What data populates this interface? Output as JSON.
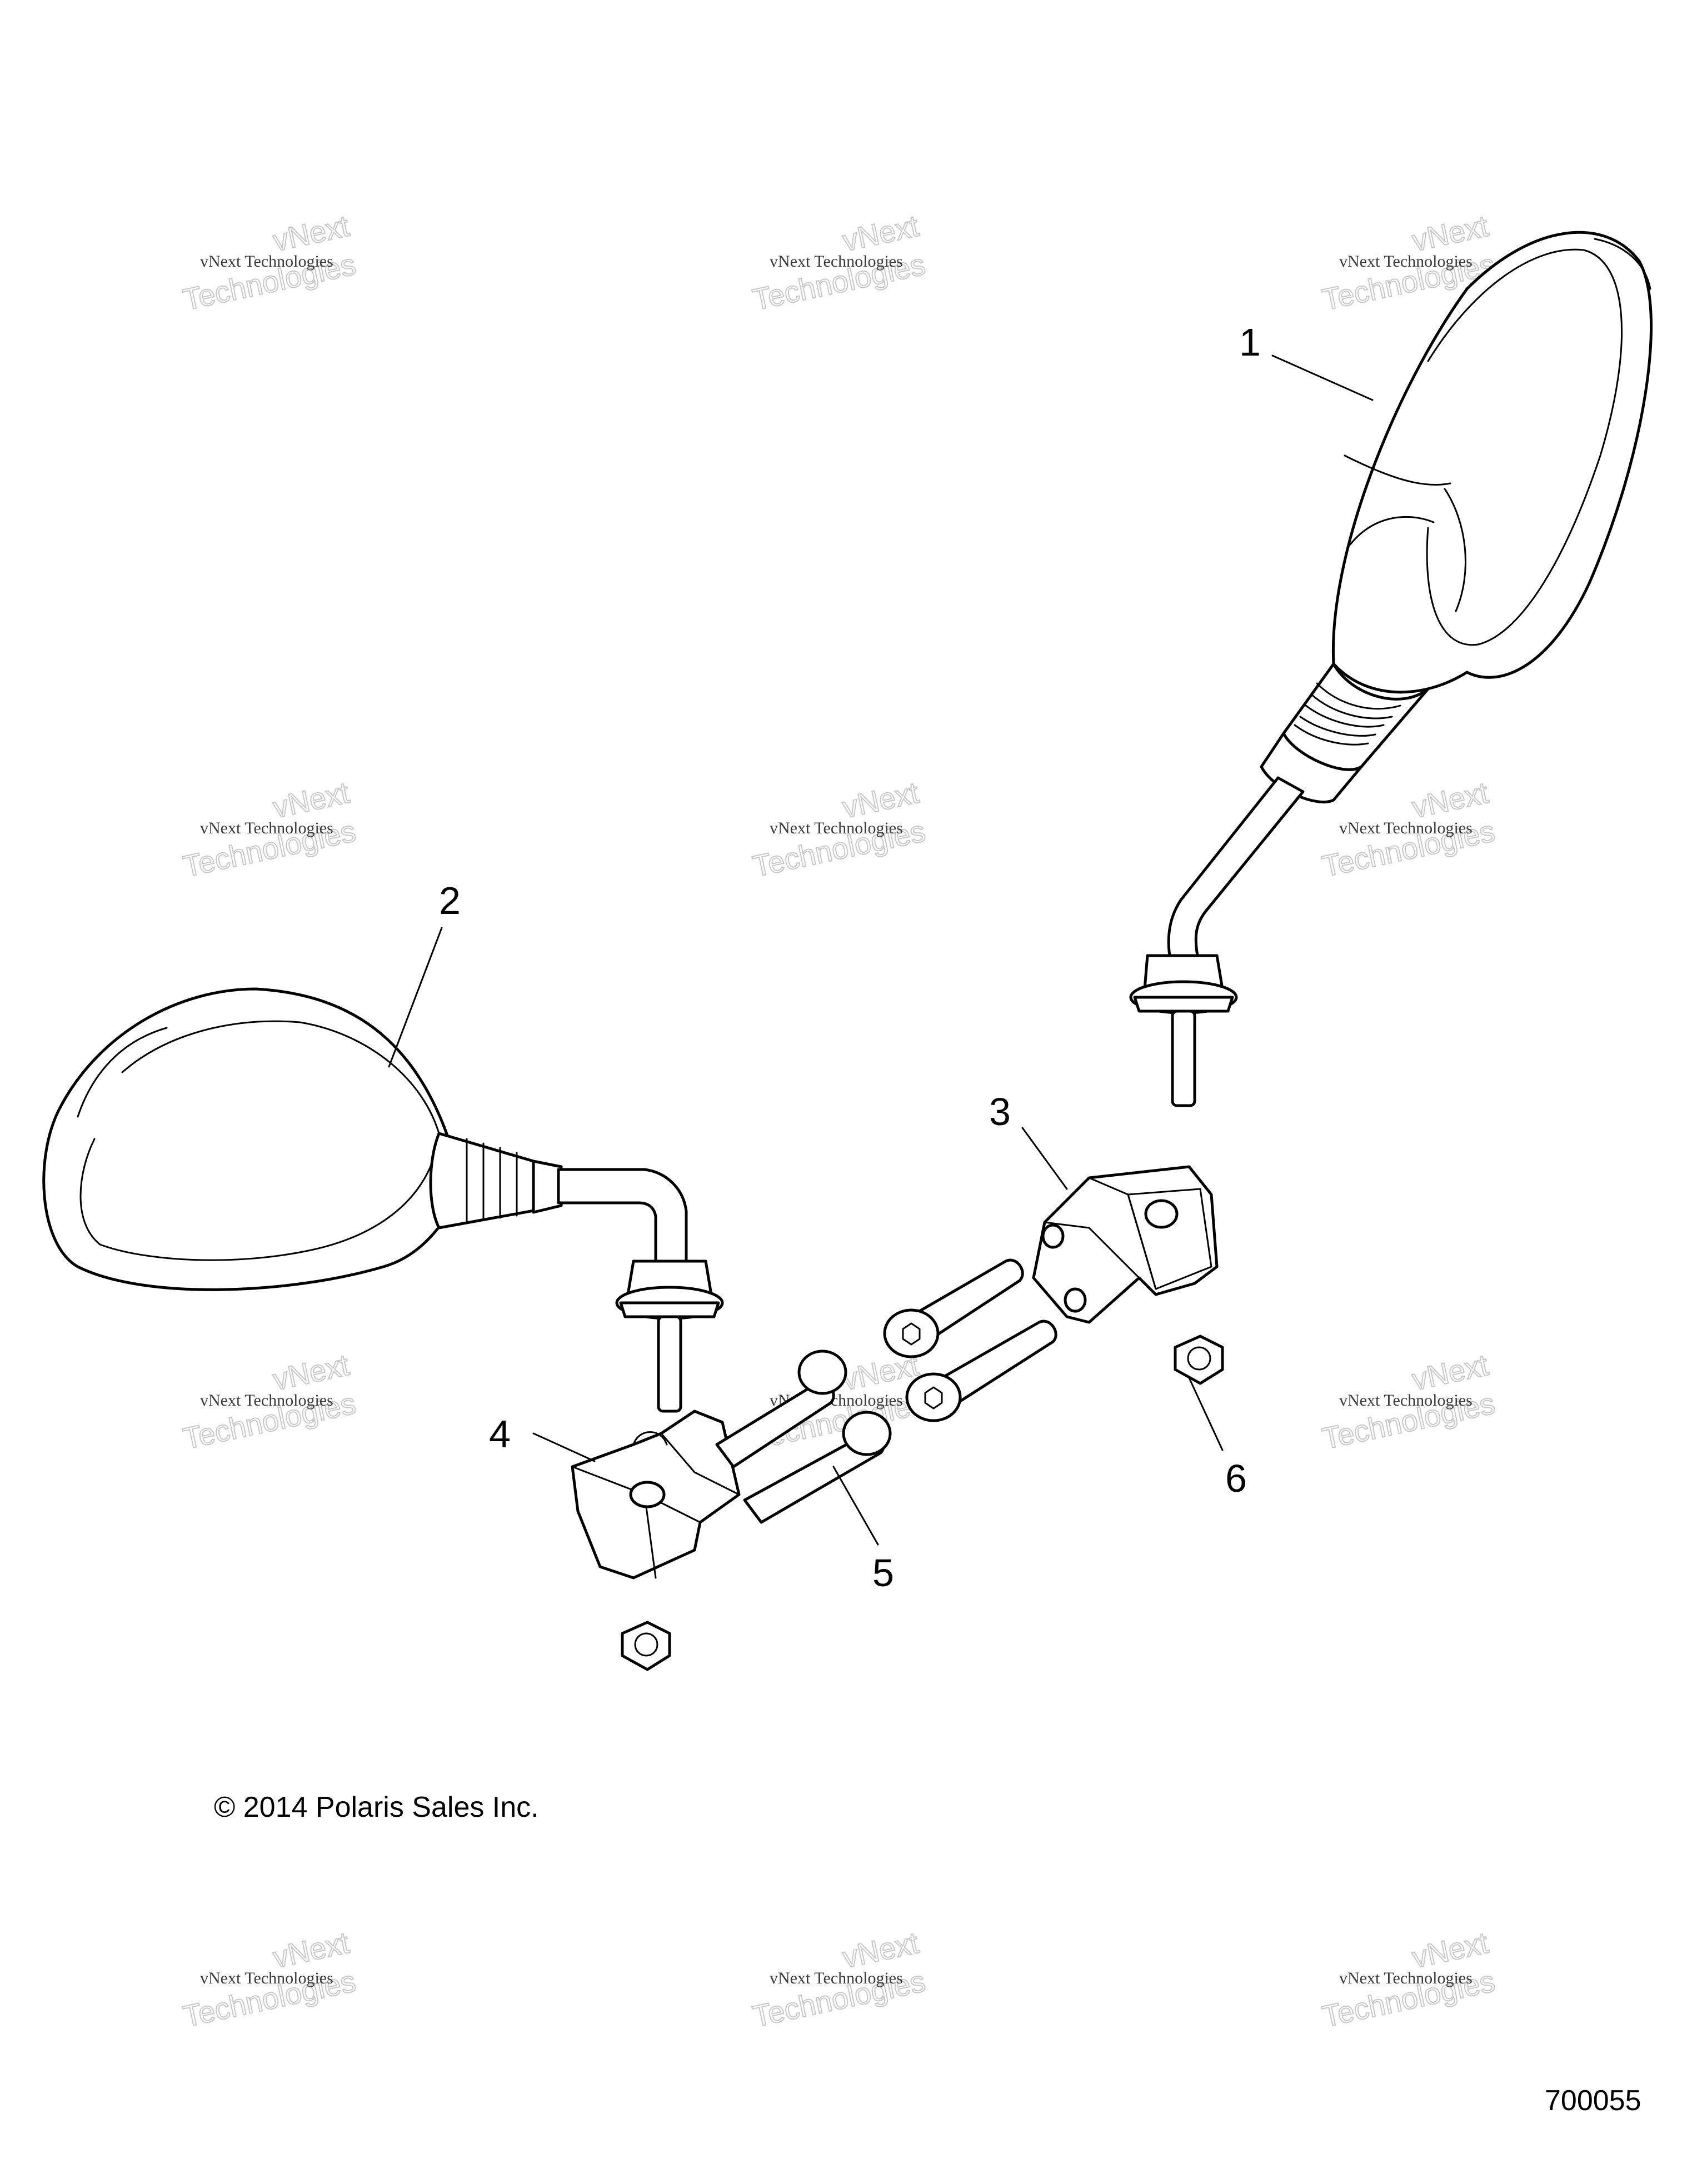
{
  "diagram": {
    "callouts": [
      {
        "id": "1",
        "label": "1"
      },
      {
        "id": "2",
        "label": "2"
      },
      {
        "id": "3",
        "label": "3"
      },
      {
        "id": "4",
        "label": "4"
      },
      {
        "id": "5",
        "label": "5"
      },
      {
        "id": "6",
        "label": "6"
      }
    ],
    "copyright": "© 2014 Polaris Sales Inc.",
    "figure_number": "700055",
    "watermark": {
      "line1": "vNext",
      "line2": "vNext Technologies",
      "line3": "Technologies"
    }
  }
}
